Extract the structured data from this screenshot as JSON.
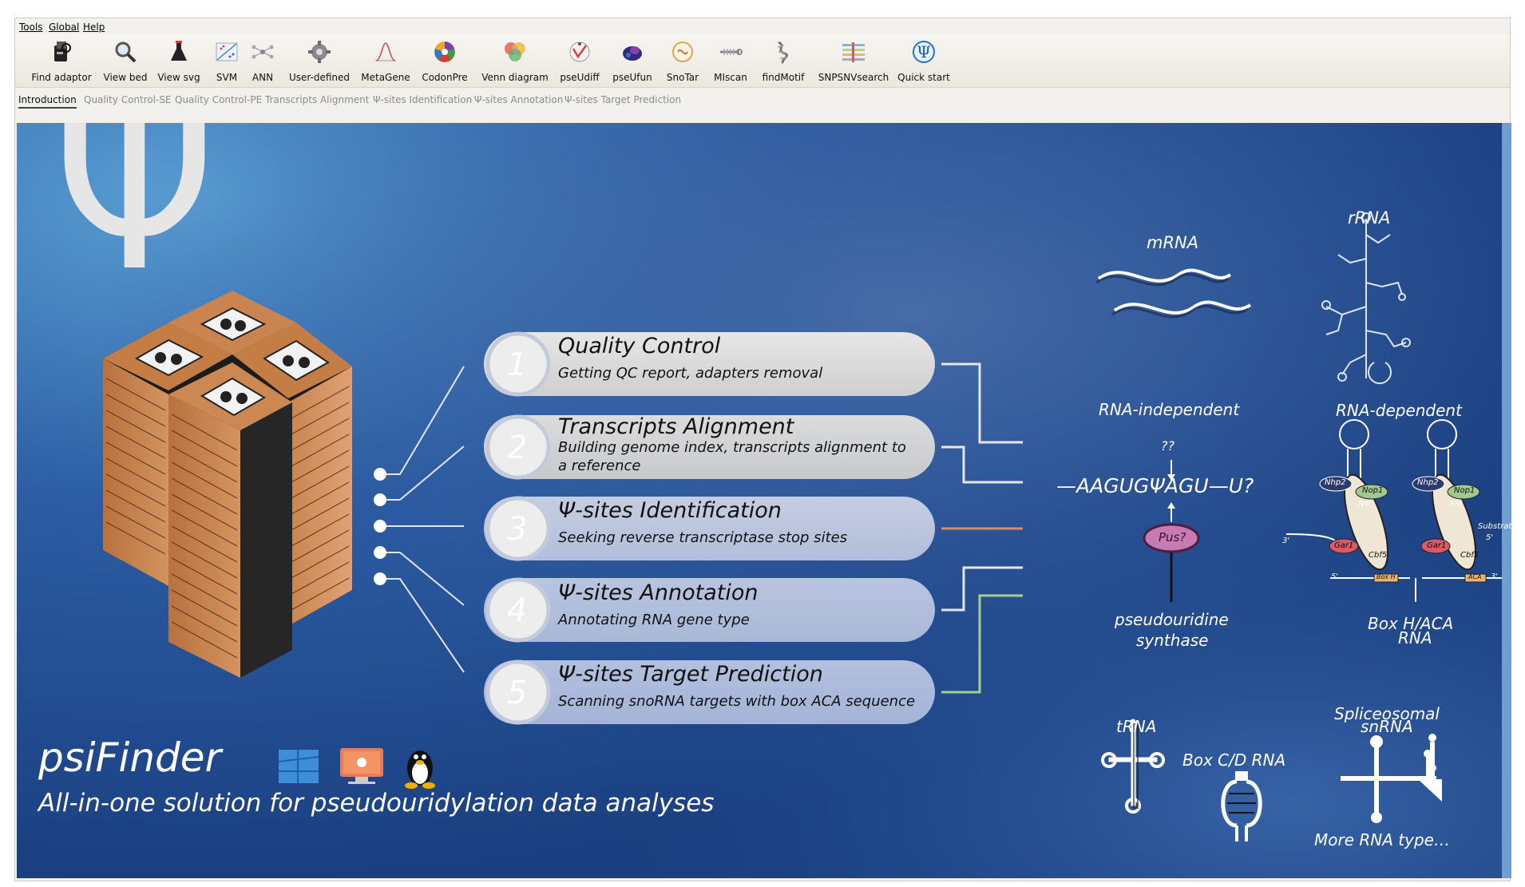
{
  "menu": [
    "Tools",
    "Global",
    "Help"
  ],
  "toolbar": [
    {
      "label": "Find adaptor",
      "icon": "find-adaptor-icon"
    },
    {
      "label": "View bed",
      "icon": "magnifier-icon"
    },
    {
      "label": "View svg",
      "icon": "flask-icon"
    },
    {
      "label": "SVM",
      "icon": "svm-plot-icon"
    },
    {
      "label": "ANN",
      "icon": "neural-network-icon"
    },
    {
      "label": "User-defined",
      "icon": "gear-user-icon"
    },
    {
      "label": "MetaGene",
      "icon": "metagene-peak-icon"
    },
    {
      "label": "CodonPre",
      "icon": "codon-wheel-icon"
    },
    {
      "label": "Venn diagram",
      "icon": "venn-icon"
    },
    {
      "label": "pseUdiff",
      "icon": "pseudiff-icon"
    },
    {
      "label": "pseUfun",
      "icon": "pseufun-icon"
    },
    {
      "label": "SnoTar",
      "icon": "snotar-icon"
    },
    {
      "label": "MIscan",
      "icon": "miscan-icon"
    },
    {
      "label": "findMotif",
      "icon": "findmotif-icon"
    },
    {
      "label": "SNPSNVsearch",
      "icon": "snpsnv-icon"
    },
    {
      "label": "Quick start",
      "icon": "psi-icon"
    }
  ],
  "tabs": [
    "Introduction",
    "Quality Control-SE",
    "Quality Control-PE",
    "Transcripts Alignment",
    "Ψ-sites Identification",
    "Ψ-sites Annotation",
    "Ψ-sites Target Prediction"
  ],
  "active_tab": "Introduction",
  "banner": {
    "logo_symbol": "Ψ",
    "steps": [
      {
        "num": "1",
        "title": "Quality Control",
        "subtitle": "Getting QC report, adapters removal"
      },
      {
        "num": "2",
        "title": "Transcripts Alignment",
        "subtitle": "Building genome index, transcripts alignment to",
        "subtitle2": "a reference"
      },
      {
        "num": "3",
        "title": "Ψ-sites Identification",
        "subtitle": "Seeking reverse transcriptase stop sites"
      },
      {
        "num": "4",
        "title": "Ψ-sites Annotation",
        "subtitle": "Annotating RNA gene type"
      },
      {
        "num": "5",
        "title": "Ψ-sites Target Prediction",
        "subtitle": "Scanning snoRNA targets with box ACA sequence"
      }
    ],
    "app_name": "psiFinder",
    "tagline": "All-in-one solution for pseudouridylation data analyses",
    "os_icons": [
      "windows-icon",
      "mac-icon",
      "linux-icon"
    ],
    "rna": {
      "mrna": "mRNA",
      "rrna": "rRNA",
      "rna_independent": "RNA-independent",
      "rna_dependent": "RNA-dependent",
      "qq": "??",
      "sequence": "—AAGUGΨAGU—U?",
      "pus": "Pus?",
      "synthase_1": "pseudouridine",
      "synthase_2": "synthase",
      "box_haca_1": "Box H/ACA",
      "box_haca_2": "RNA",
      "trna": "tRNA",
      "box_cd": "Box C/D  RNA",
      "splice_1": "Spliceosomal",
      "splice_2": "snRNA",
      "more": "More RNA type…",
      "nhp2": "Nhp2",
      "nop1": "Nop1",
      "gar1": "Gar1",
      "cbf5": "Cbf5",
      "np": "NΨ",
      "substrat": "Substrat",
      "five": "5'",
      "three": "3'",
      "boxh": "Box H",
      "aca": "ACA"
    }
  },
  "colors": {
    "banner_dark": "#1f4a8c",
    "banner_light": "#5c93c8",
    "pill_top": "#d9d9d9",
    "pill_bottom": "#a9b8d6",
    "server_orange": "#cf8a57",
    "connector_orange": "#e08a5e",
    "connector_green": "#a6cf8a"
  }
}
